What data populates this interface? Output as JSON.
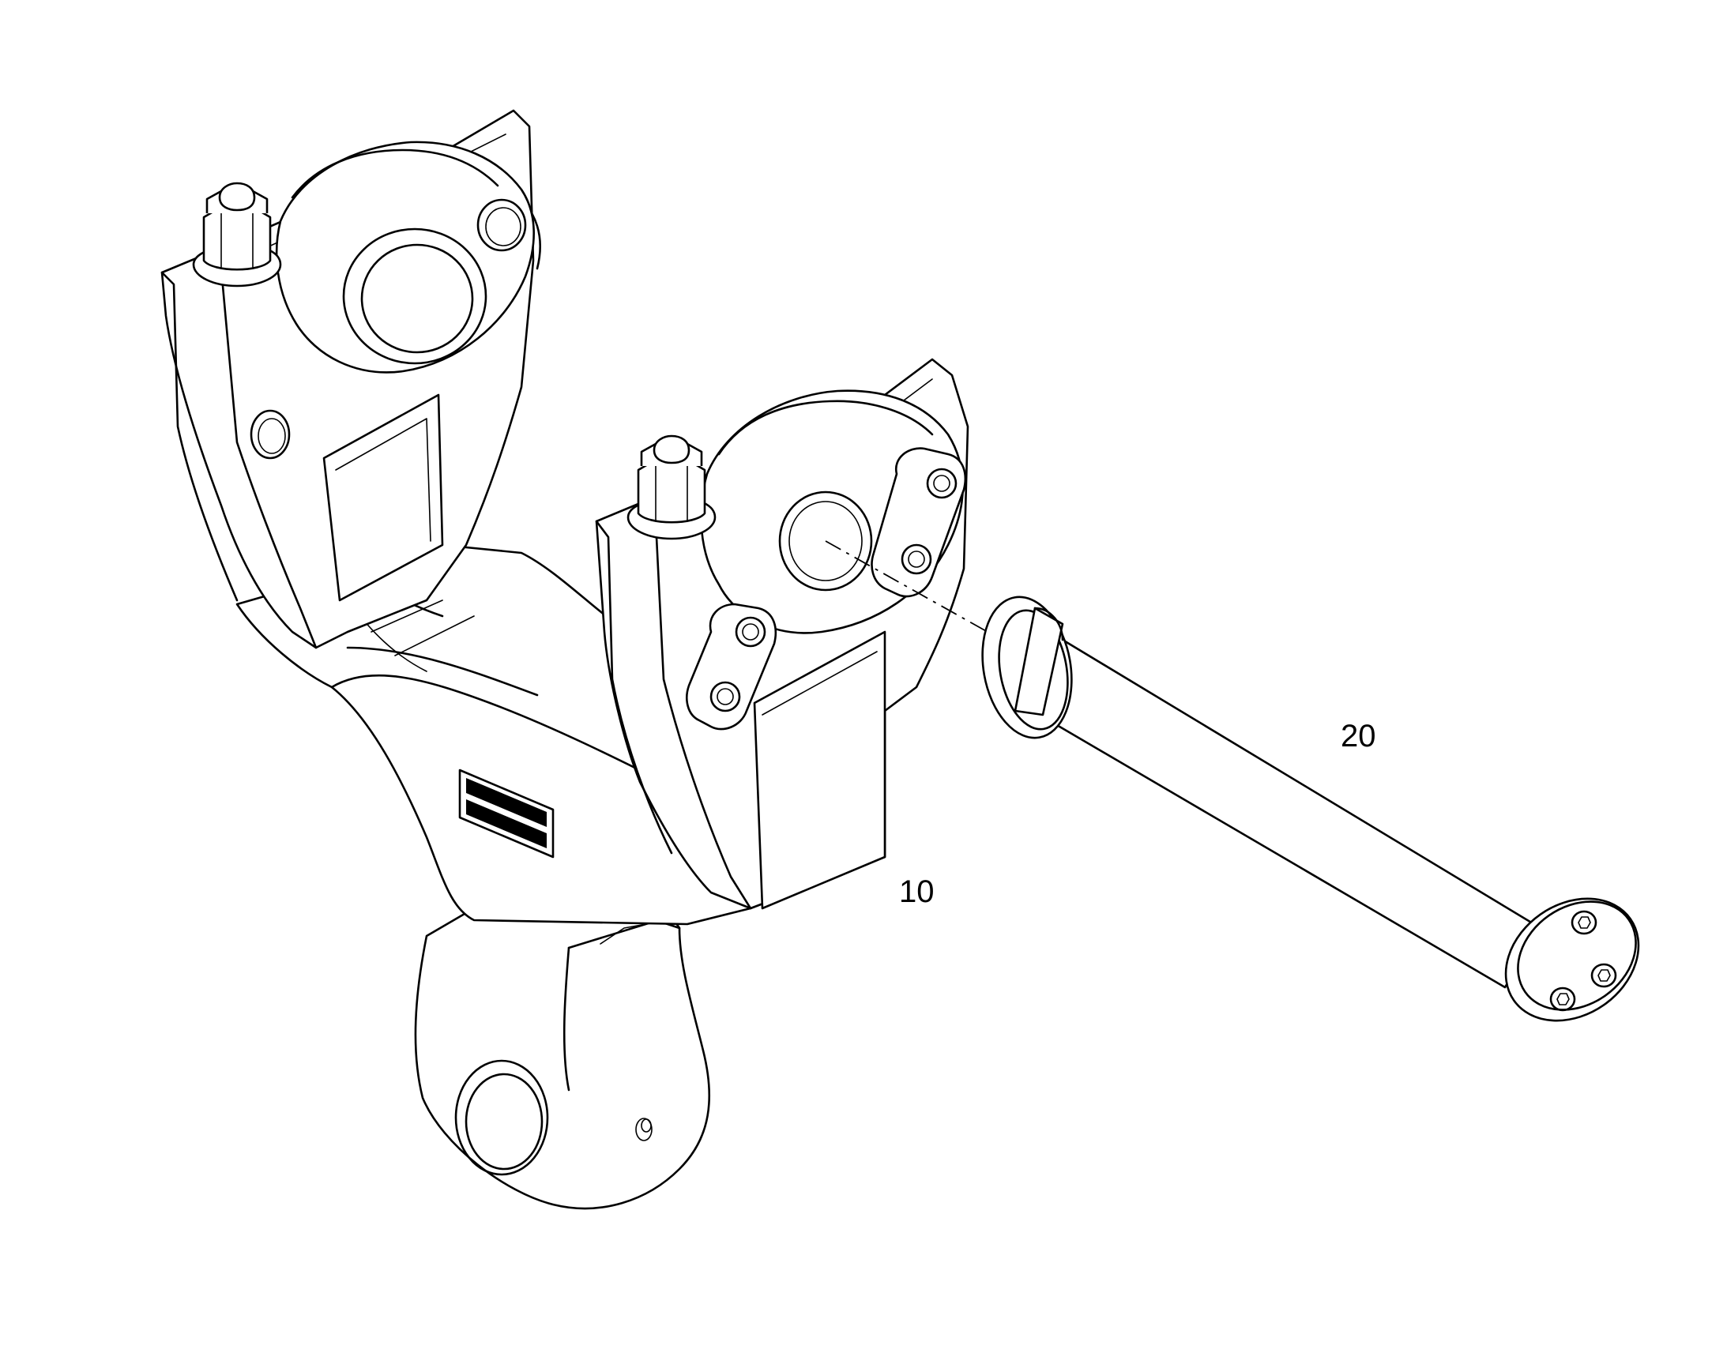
{
  "diagram": {
    "callouts": [
      {
        "id": "part-10",
        "label": "10"
      },
      {
        "id": "part-20",
        "label": "20"
      }
    ],
    "line_color": "#000000",
    "background": "#ffffff"
  }
}
